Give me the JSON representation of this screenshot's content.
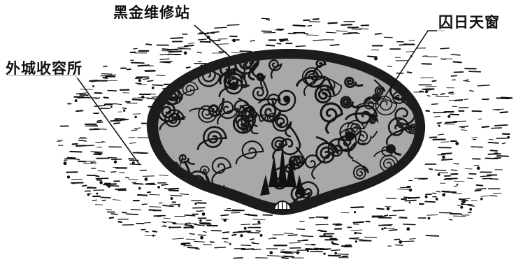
{
  "labels": {
    "station": "黑金维修站",
    "sky_window": "囚日天窗",
    "outer_shelter": "外城收容所"
  },
  "colors": {
    "ink": "#111111",
    "dome_fill": "#a8a8a8",
    "rim": "#1c1c1c",
    "background": "#ffffff"
  }
}
